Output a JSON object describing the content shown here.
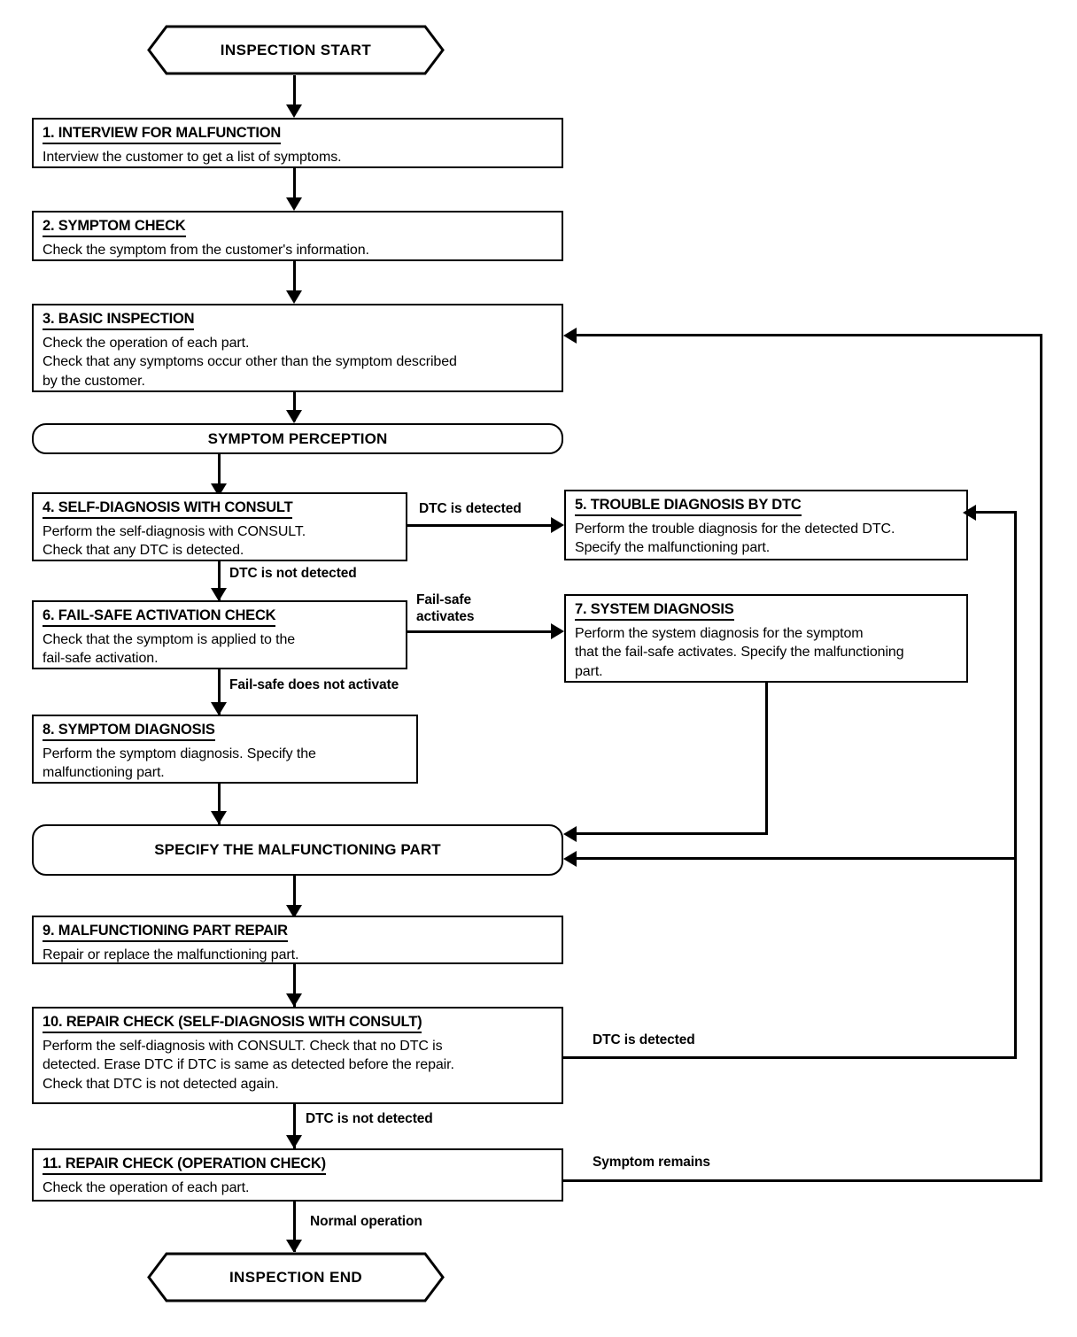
{
  "diagram": {
    "title": "Work Flow / Inspection Procedure Flowchart",
    "colors": {
      "line": "#000000",
      "background": "#ffffff",
      "text": "#000000"
    }
  },
  "terminators": {
    "start": "INSPECTION START",
    "end": "INSPECTION END"
  },
  "stadiums": {
    "symptom_perception": "SYMPTOM PERCEPTION",
    "specify_part": "SPECIFY THE MALFUNCTIONING PART"
  },
  "steps": [
    {
      "id": "step1",
      "title": "1. INTERVIEW FOR MALFUNCTION",
      "lines": [
        "Interview the customer to get a list of symptoms."
      ]
    },
    {
      "id": "step2",
      "title": "2. SYMPTOM CHECK",
      "lines": [
        "Check the symptom from the customer's information."
      ]
    },
    {
      "id": "step3",
      "title": "3. BASIC INSPECTION",
      "lines": [
        "Check the operation of each part.",
        "Check that any symptoms occur other than the symptom described",
        "by the customer."
      ]
    },
    {
      "id": "step4",
      "title": "4. SELF-DIAGNOSIS WITH CONSULT",
      "lines": [
        "Perform the self-diagnosis with CONSULT.",
        "Check that any DTC is detected."
      ]
    },
    {
      "id": "step5",
      "title": "5. TROUBLE DIAGNOSIS BY DTC",
      "lines": [
        "Perform the trouble diagnosis for the detected DTC.",
        "Specify the malfunctioning part."
      ]
    },
    {
      "id": "step6",
      "title": "6. FAIL-SAFE ACTIVATION CHECK",
      "lines": [
        "Check that the symptom is applied to the",
        "fail-safe activation."
      ]
    },
    {
      "id": "step7",
      "title": "7. SYSTEM DIAGNOSIS",
      "lines": [
        "Perform the system diagnosis for the symptom",
        "that the fail-safe activates. Specify the malfunctioning",
        "part."
      ]
    },
    {
      "id": "step8",
      "title": "8. SYMPTOM DIAGNOSIS",
      "lines": [
        "Perform the symptom diagnosis. Specify the",
        "malfunctioning part."
      ]
    },
    {
      "id": "step9",
      "title": "9. MALFUNCTIONING PART REPAIR",
      "lines": [
        "Repair or replace the malfunctioning part."
      ]
    },
    {
      "id": "step10",
      "title": "10. REPAIR CHECK (SELF-DIAGNOSIS WITH CONSULT)",
      "lines": [
        "Perform the self-diagnosis with CONSULT. Check that no DTC is",
        "detected. Erase DTC if DTC is same as detected before the repair.",
        "Check that DTC is not detected again."
      ]
    },
    {
      "id": "step11",
      "title": "11. REPAIR CHECK (OPERATION CHECK)",
      "lines": [
        "Check the operation of each part."
      ]
    }
  ],
  "edge_labels": {
    "dtc_detected_4": "DTC is detected",
    "dtc_not_detected_4": "DTC is not detected",
    "failsafe_activates": "Fail-safe",
    "failsafe_activates2": "activates",
    "failsafe_not_activate": "Fail-safe does not activate",
    "dtc_detected_10": "DTC is detected",
    "dtc_not_detected_10": "DTC is not detected",
    "symptom_remains": "Symptom remains",
    "normal_operation": "Normal operation"
  }
}
